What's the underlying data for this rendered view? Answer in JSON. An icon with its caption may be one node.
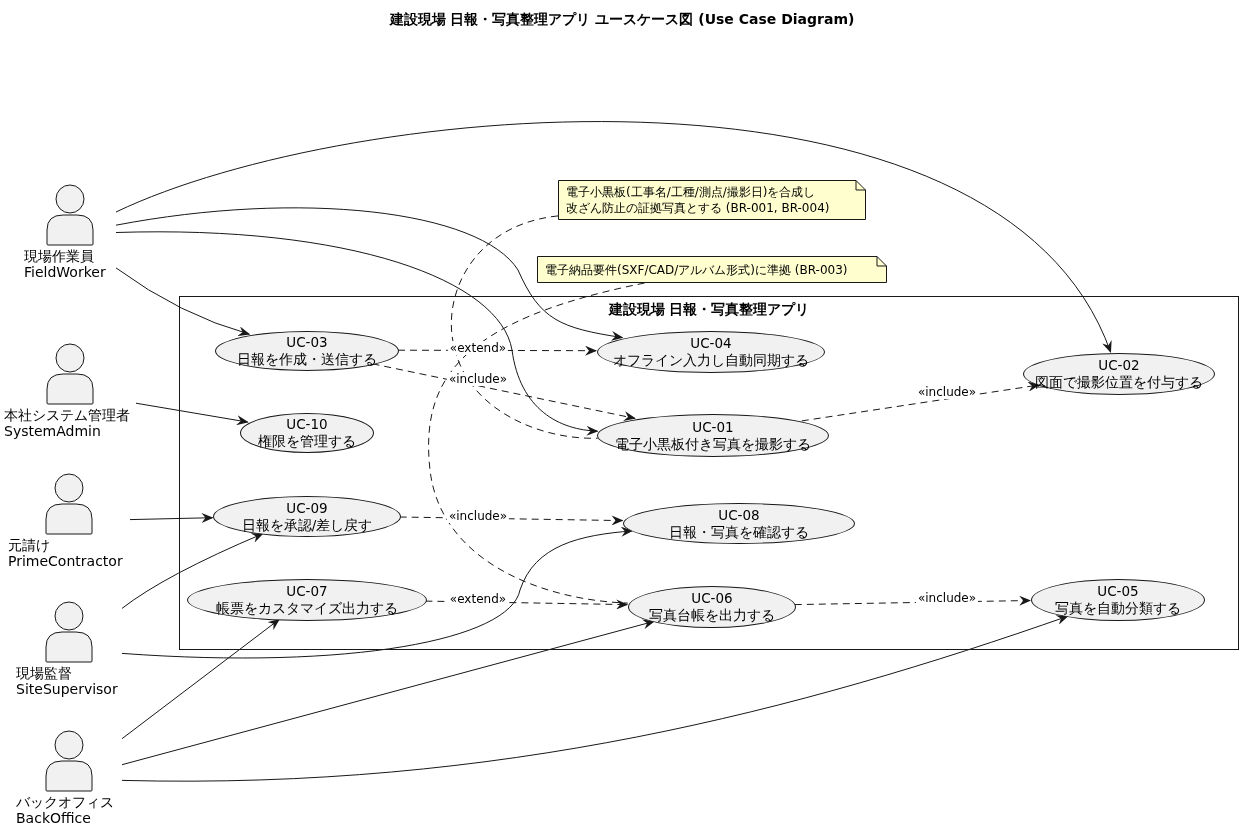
{
  "diagram": {
    "title": "建設現場 日報・写真整理アプリ ユースケース図 (Use Case Diagram)",
    "nodes": [
      {
        "text": [
          "現場作業員 FieldWorker"
        ]
      },
      {
        "text": [
          "本社システム管理者 SystemAdmin"
        ]
      },
      {
        "text": [
          "元請け PrimeContractor"
        ]
      },
      {
        "text": [
          "現場監督 SiteSupervisor"
        ]
      },
      {
        "text": [
          "バックオフィス BackOffice"
        ]
      },
      {
        "text": [
          "建設現場 日報・写真整理アプリ"
        ]
      },
      {
        "text": [
          "UC-03",
          "日報を作成・送信する"
        ],
        "in": 5
      },
      {
        "text": [
          "UC-04",
          "オフライン入力し自動同期する"
        ],
        "in": 5
      },
      {
        "text": [
          "UC-02",
          "図面で撮影位置を付与する"
        ],
        "in": 5
      },
      {
        "text": [
          "UC-10",
          "権限を管理する"
        ],
        "in": 5
      },
      {
        "text": [
          "UC-01",
          "電子小黒板付き写真を撮影する"
        ],
        "in": 5
      },
      {
        "text": [
          "UC-09",
          "日報を承認/差し戻す"
        ],
        "in": 5
      },
      {
        "text": [
          "UC-08",
          "日報・写真を確認する"
        ],
        "in": 5
      },
      {
        "text": [
          "UC-07",
          "帳票をカスタマイズ出力する"
        ],
        "in": 5
      },
      {
        "text": [
          "UC-06",
          "写真台帳を出力する"
        ],
        "in": 5
      },
      {
        "text": [
          "UC-05",
          "写真を自動分類する"
        ],
        "in": 5
      },
      {
        "text": [
          "電子小黒板(工事名/工種/測点/撮影日)を合成し",
          "改ざん防止の証拠写真とする (BR-001, BR-004)"
        ]
      },
      {
        "text": [
          "電子納品要件(SXF/CAD/アルバム形式)に準拠 (BR-003)"
        ]
      }
    ],
    "edges": [
      {
        "from": 0,
        "to": 8,
        "arrow": "to"
      },
      {
        "from": 0,
        "to": 7,
        "arrow": "to"
      },
      {
        "from": 0,
        "to": 10,
        "arrow": "to"
      },
      {
        "from": 0,
        "to": 6,
        "arrow": "to"
      },
      {
        "from": 1,
        "to": 9,
        "arrow": "to"
      },
      {
        "from": 2,
        "to": 11,
        "arrow": "to"
      },
      {
        "from": 3,
        "to": 11,
        "arrow": "to"
      },
      {
        "from": 3,
        "to": 12,
        "arrow": "to"
      },
      {
        "from": 4,
        "to": 13,
        "arrow": "to"
      },
      {
        "from": 4,
        "to": 14,
        "arrow": "to"
      },
      {
        "from": 4,
        "to": 15,
        "arrow": "to"
      },
      {
        "from": 6,
        "to": 7,
        "arrow": "to",
        "label": "«extend»",
        "style": "dashed"
      },
      {
        "from": 6,
        "to": 10,
        "arrow": "to",
        "label": "«include»",
        "style": "dashed"
      },
      {
        "from": 10,
        "to": 8,
        "arrow": "to",
        "label": "«include»",
        "style": "dashed"
      },
      {
        "from": 11,
        "to": 12,
        "arrow": "to",
        "label": "«include»",
        "style": "dashed"
      },
      {
        "from": 13,
        "to": 14,
        "arrow": "to",
        "label": "«extend»",
        "style": "dashed"
      },
      {
        "from": 14,
        "to": 15,
        "arrow": "to",
        "label": "«include»",
        "style": "dashed"
      },
      {
        "from": 16,
        "to": 10,
        "arrow": "none",
        "style": "dashed"
      },
      {
        "from": 17,
        "to": 14,
        "arrow": "none",
        "style": "dashed"
      }
    ]
  }
}
